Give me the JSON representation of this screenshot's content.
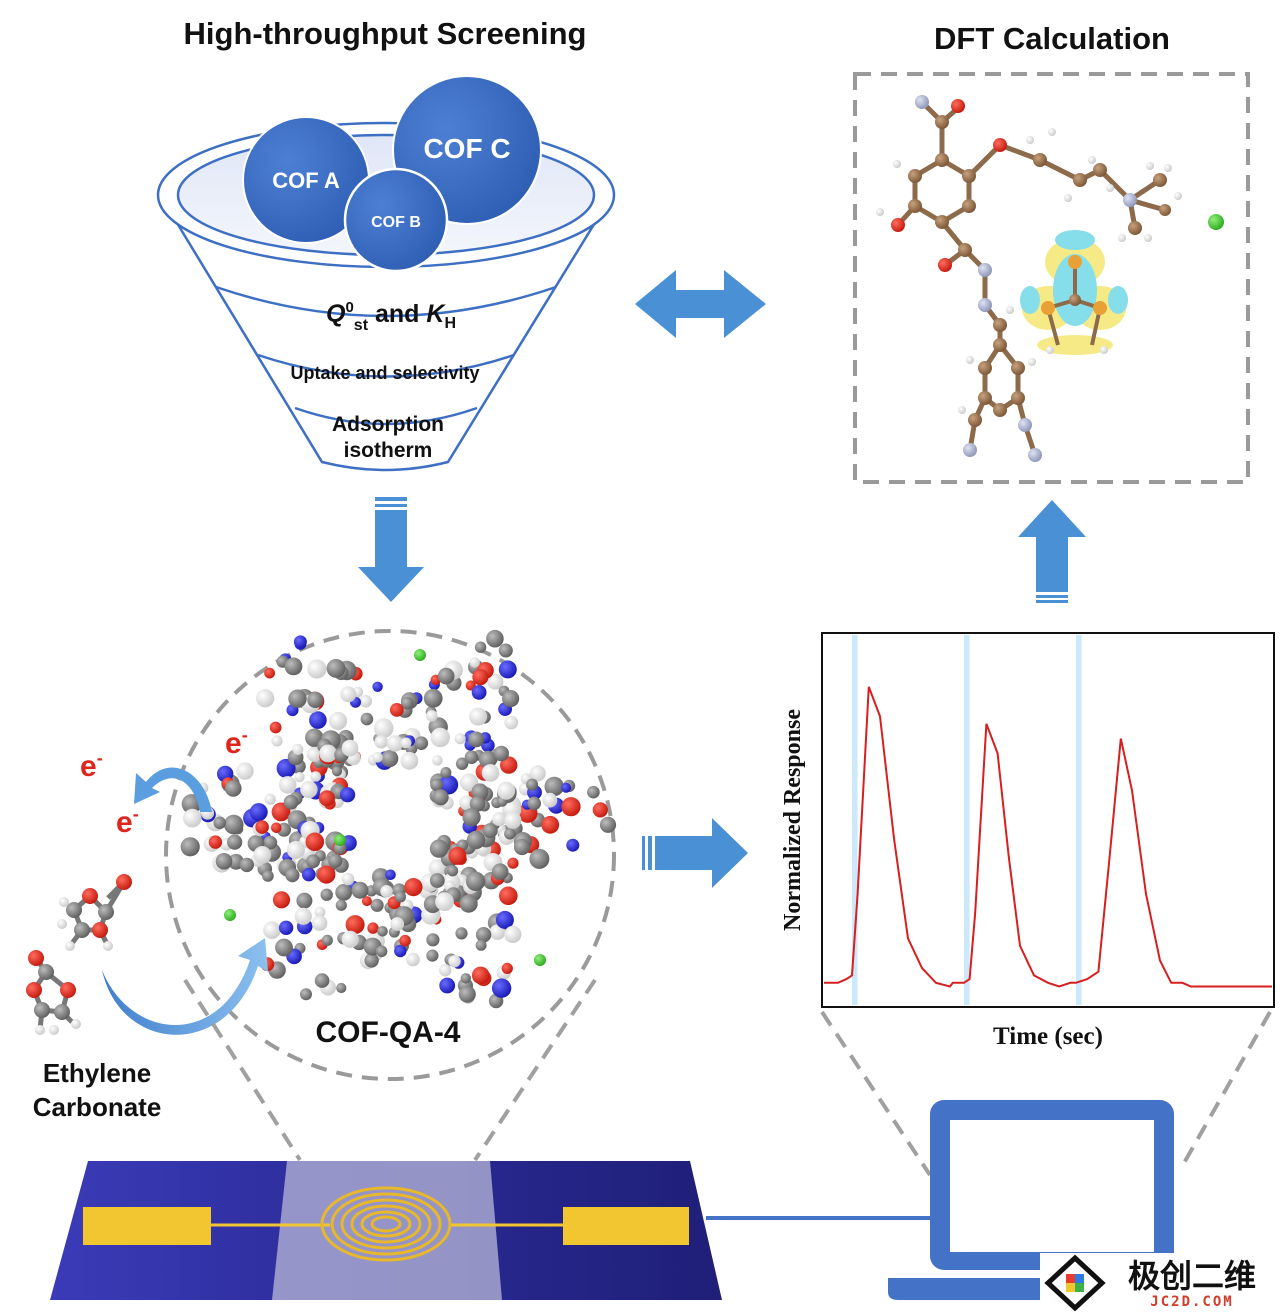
{
  "screening": {
    "title": "High-throughput Screening",
    "cof_a": "COF A",
    "cof_b": "COF B",
    "cof_c": "COF C",
    "level1": {
      "q": "Q",
      "q_sup": "0",
      "q_sub": "st",
      "and": " and ",
      "k": "K",
      "k_sub": "H"
    },
    "level2": "Uptake and selectivity",
    "level3_line1": "Adsorption",
    "level3_line2": "isotherm"
  },
  "dft": {
    "title": "DFT Calculation"
  },
  "cof": {
    "name": "COF-QA-4",
    "electron": "e",
    "electron_sup": "-"
  },
  "analyte": {
    "line1": "Ethylene",
    "line2": "Carbonate"
  },
  "chart_data": {
    "type": "line",
    "title": "",
    "xlabel": "Time (sec)",
    "ylabel": "Normalized Response",
    "x": [
      0,
      5,
      8,
      10,
      12,
      16,
      20,
      25,
      30,
      35,
      40,
      45,
      46,
      50,
      52,
      54,
      58,
      62,
      66,
      70,
      75,
      80,
      84,
      88,
      90,
      94,
      98,
      102,
      106,
      110,
      115,
      120,
      124,
      128,
      131,
      135,
      140,
      145,
      150,
      160
    ],
    "series": [
      {
        "values": [
          0.06,
          0.06,
          0.07,
          0.08,
          0.3,
          0.86,
          0.78,
          0.45,
          0.18,
          0.1,
          0.06,
          0.05,
          0.06,
          0.06,
          0.07,
          0.25,
          0.76,
          0.68,
          0.4,
          0.16,
          0.08,
          0.06,
          0.05,
          0.06,
          0.06,
          0.07,
          0.09,
          0.4,
          0.72,
          0.58,
          0.3,
          0.12,
          0.06,
          0.06,
          0.05,
          0.05,
          0.05,
          0.05,
          0.05,
          0.05
        ],
        "color": "#d81e1e"
      }
    ],
    "highlight_bands_x": [
      [
        10,
        12
      ],
      [
        50,
        52
      ],
      [
        90,
        92
      ]
    ],
    "highlight_color": "#cde8f8",
    "ylim": [
      0,
      1
    ],
    "xlim": [
      0,
      160
    ],
    "ticks": "none",
    "grid": false
  },
  "colors": {
    "circle_blue": "#3a6bc2",
    "arrow_blue": "#4a90d4",
    "chip_navy": "#27277f",
    "electrode_gold": "#f2c630",
    "laptop_blue": "#4472c6",
    "dash_gray": "#9a9a9a"
  },
  "icons": [
    "double-arrow-icon",
    "down-arrow-icon",
    "right-arrow-icon",
    "up-arrow-icon",
    "laptop-icon",
    "sensor-chip-icon"
  ],
  "watermark": {
    "text": "极创二维",
    "sub": "JC2D.COM"
  }
}
